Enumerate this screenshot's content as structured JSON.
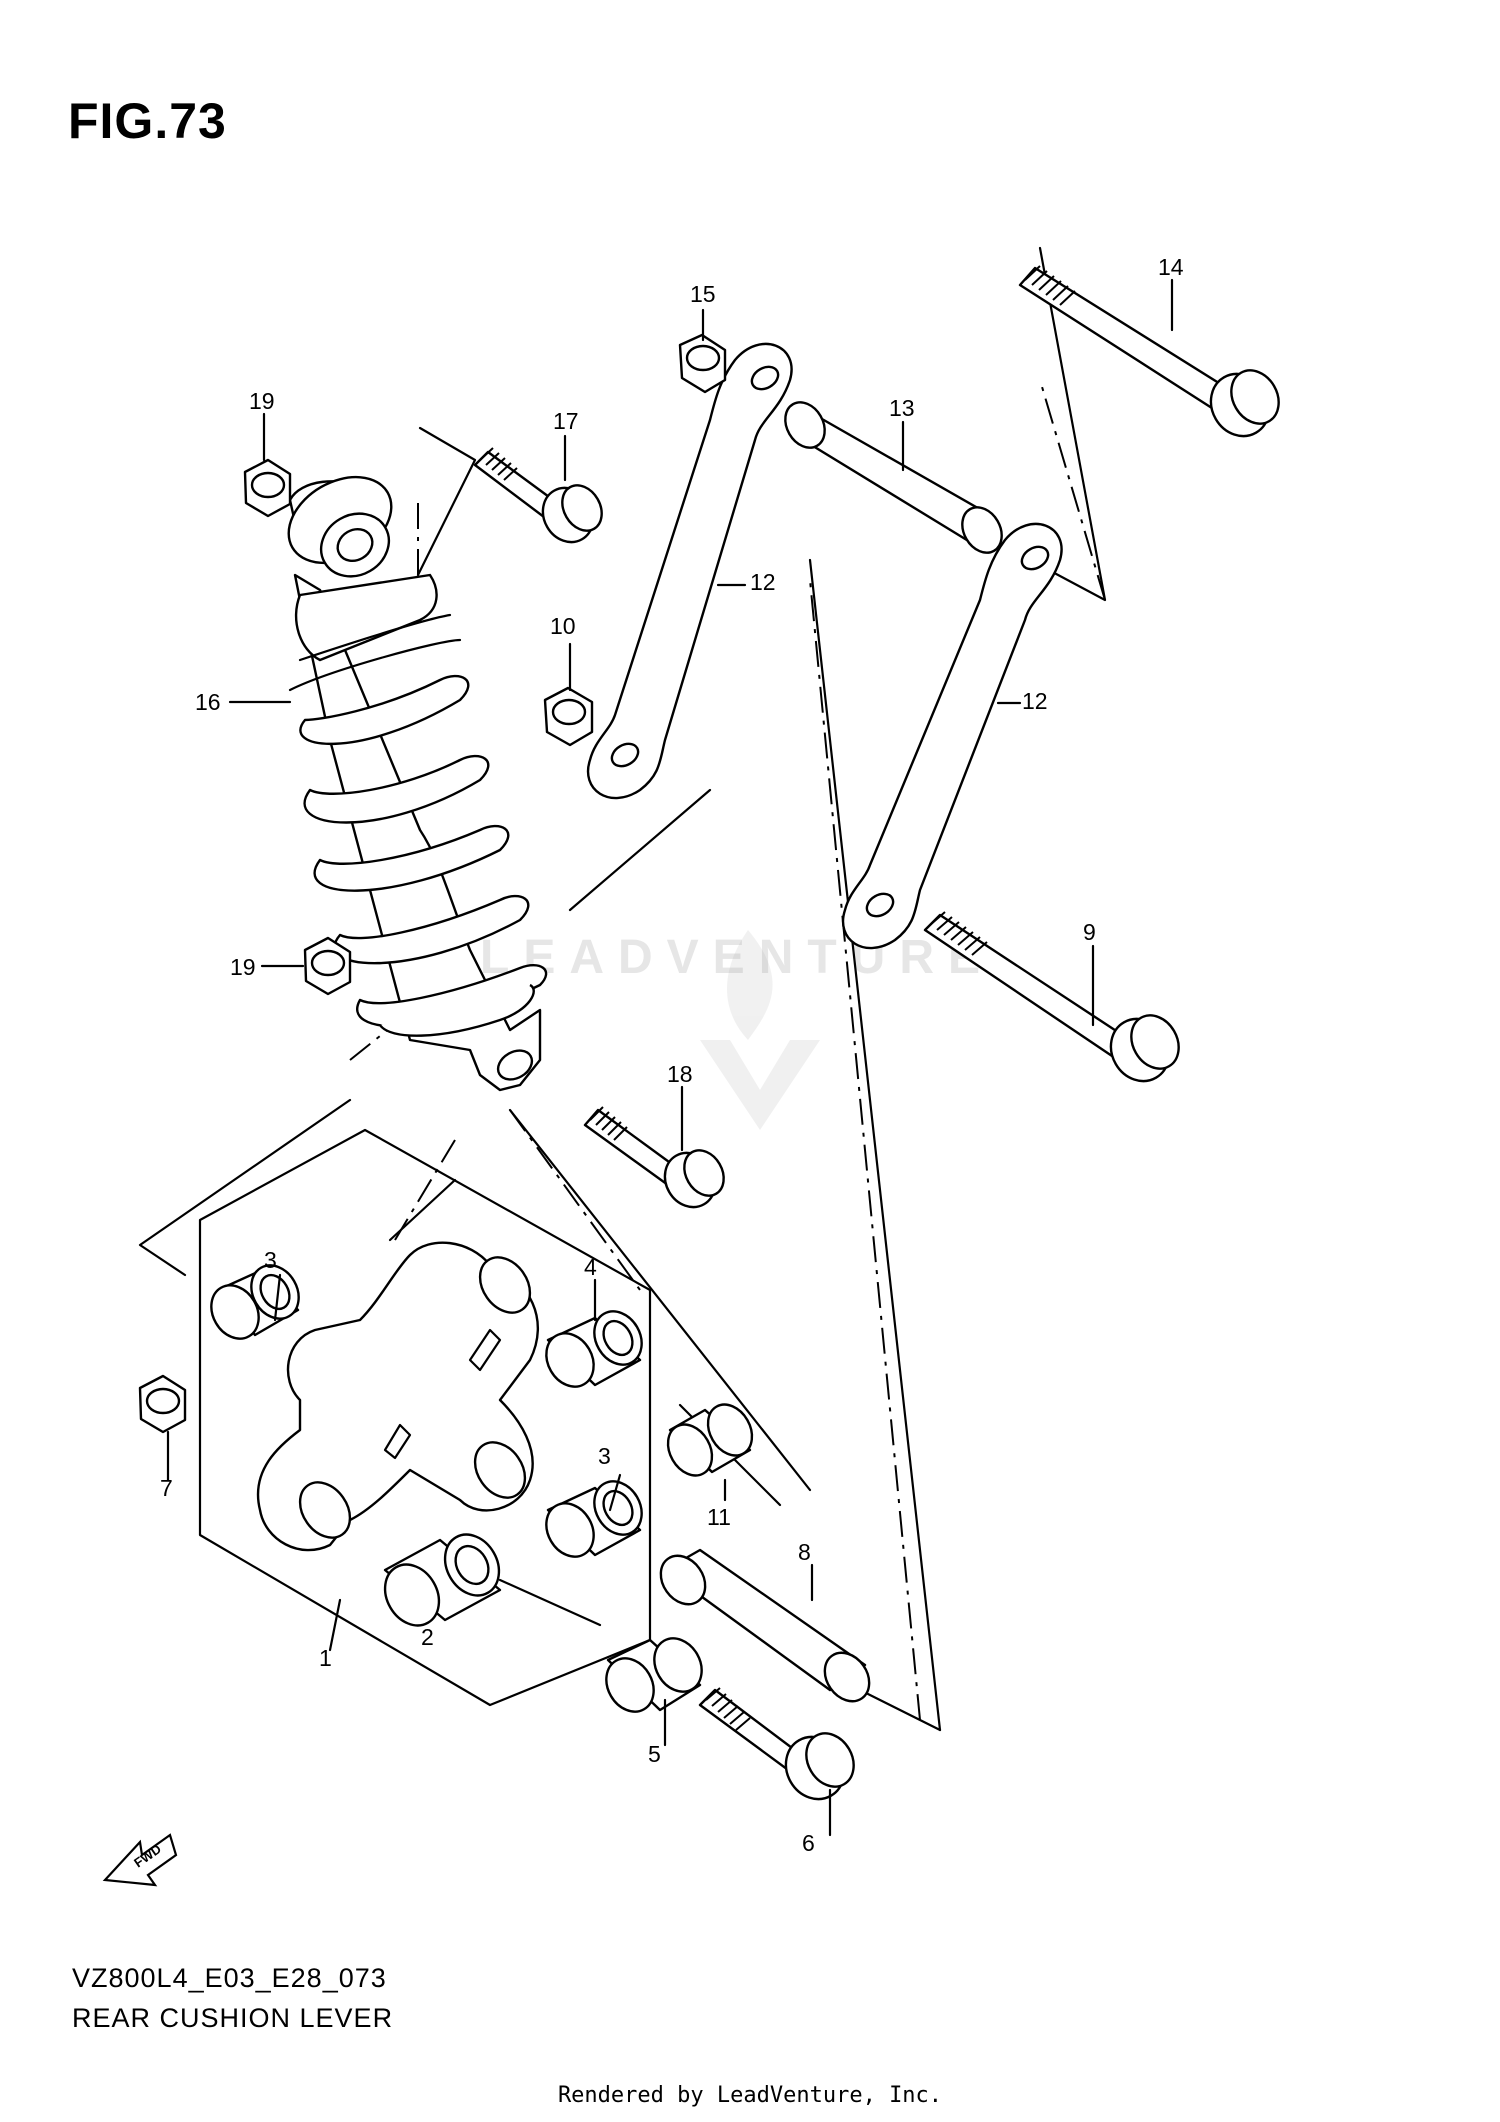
{
  "figure": {
    "title": "FIG.73"
  },
  "model_code": "VZ800L4_E03_E28_073",
  "caption": "REAR CUSHION LEVER",
  "credit": "Rendered by LeadVenture, Inc.",
  "watermark": "LEADVENTURE",
  "callouts": [
    "1",
    "2",
    "3",
    "3",
    "4",
    "5",
    "6",
    "7",
    "8",
    "9",
    "10",
    "11",
    "12",
    "12",
    "13",
    "14",
    "15",
    "16",
    "17",
    "18",
    "19",
    "19"
  ],
  "icons": {
    "fwd": "fwd-arrow-icon",
    "logo": "leadventure-flame-logo"
  },
  "fwd_label": "FWD"
}
